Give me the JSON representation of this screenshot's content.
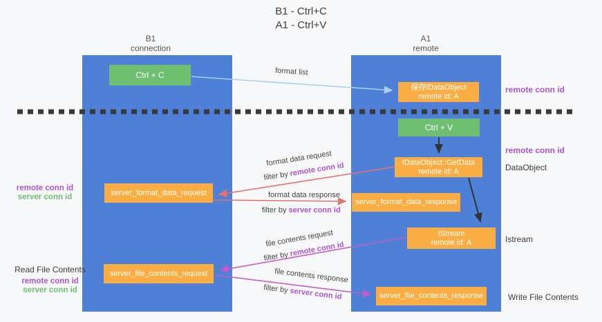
{
  "title": {
    "line1": "B1 - Ctrl+C",
    "line2": "A1 - Ctrl+V"
  },
  "columns": {
    "left": {
      "name": "B1",
      "role": "connection"
    },
    "right": {
      "name": "A1",
      "role": "remote"
    }
  },
  "nodes": {
    "ctrl_c": {
      "label": "Ctrl + C"
    },
    "ctrl_v": {
      "label": "Ctrl + V"
    },
    "save_idataobject": {
      "line1": "保存IDataObject",
      "line2": "remote id: A"
    },
    "getdata": {
      "line1": "IDataObject::GetData",
      "line2": "remote id: A"
    },
    "istream": {
      "line1": "IStream",
      "line2": "remote id: A"
    },
    "server_format_data_request": {
      "label": "server_format_data_request"
    },
    "server_format_data_response": {
      "label": "server_format_data_response"
    },
    "server_file_contents_request": {
      "label": "server_file_contents_request"
    },
    "server_file_contents_response": {
      "label": "server_file_contents_response"
    }
  },
  "flows": {
    "format_list": {
      "label": "format list"
    },
    "format_data_request": {
      "label": "format data request",
      "filter_prefix": "filter by",
      "filter_key": "remote conn id"
    },
    "format_data_response": {
      "label": "format data response",
      "filter_prefix": "filter by",
      "filter_key": "server conn id"
    },
    "file_contents_request": {
      "label": "file contents request",
      "filter_prefix": "filter by",
      "filter_key": "remote conn id"
    },
    "file_contents_response": {
      "label": "file contents response",
      "filter_prefix": "filter by",
      "filter_key": "server conn id"
    }
  },
  "annotations": {
    "right_top_remote_conn_id": "remote conn id",
    "right_mid_remote_conn_id": "remote conn id",
    "dataobject": "DataObject",
    "istream": "Istream",
    "write_file_contents": "Write File Contents",
    "left_mid": {
      "remote": "remote conn id",
      "server": "server conn id"
    },
    "read_file_contents": "Read File Contents",
    "left_bottom": {
      "remote": "remote conn id",
      "server": "server conn id"
    }
  },
  "colors": {
    "column_blue": "#4d80d6",
    "node_orange": "#f9ad42",
    "node_green": "#6fbf73",
    "arrow_light_blue": "#a8cfee",
    "arrow_red": "#e8706d",
    "arrow_magenta": "#c55cc8",
    "arrow_black": "#333333",
    "key_purple": "#ab55cb",
    "key_green": "#6fbf73",
    "divider": "#3a3a3a"
  }
}
